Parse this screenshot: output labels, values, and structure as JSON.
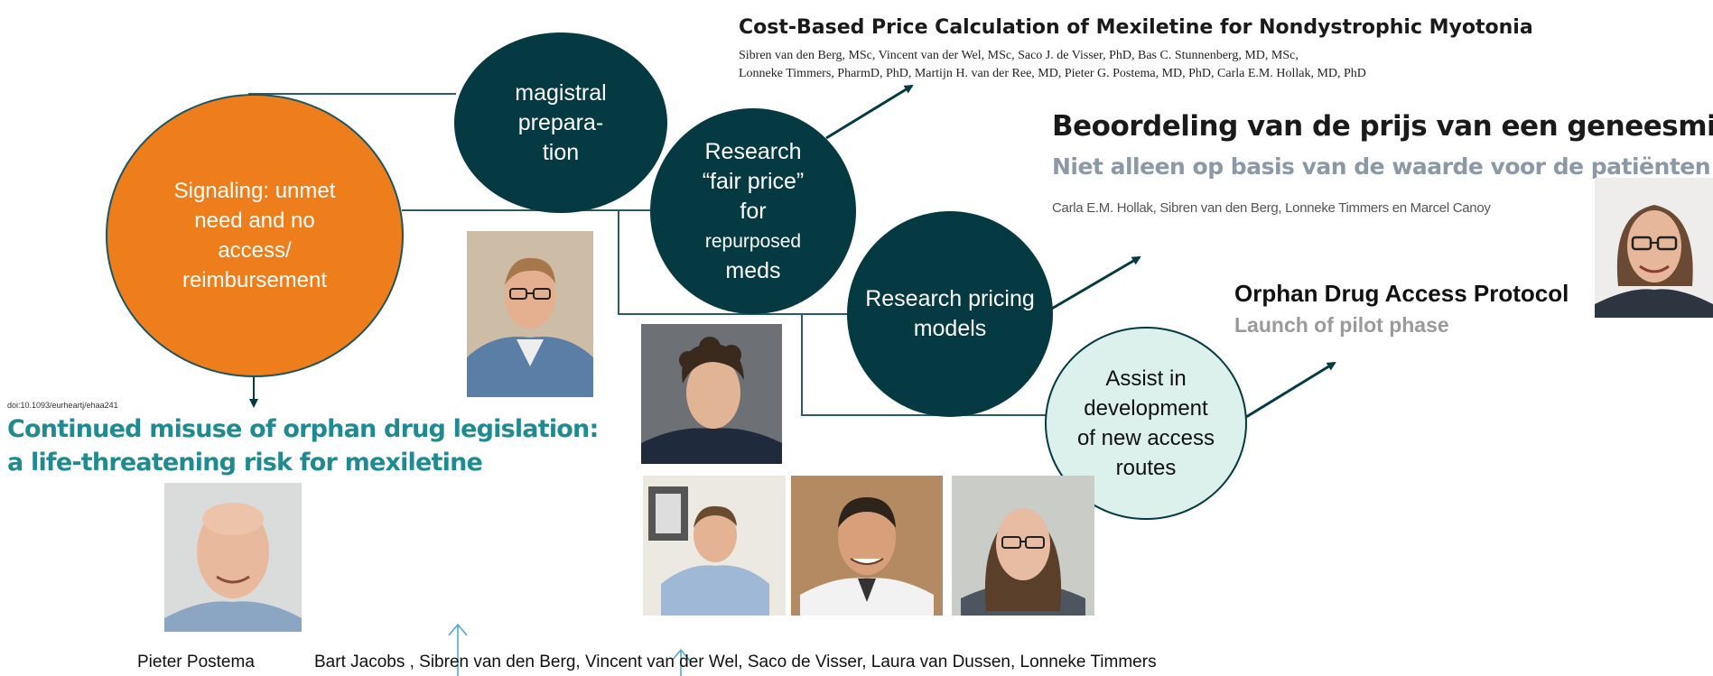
{
  "nodes": {
    "magistral": "magistral prepara- tion",
    "magistral_lines": [
      "magistral",
      "prepara-",
      "tion"
    ],
    "signaling_lines": [
      "Signaling: unmet",
      "need and no",
      "access/",
      "reimbursement"
    ],
    "fair_price_lines": [
      "Research",
      "“fair price”",
      "for",
      "repurposed",
      "meds"
    ],
    "pricing_lines": [
      "Research pricing",
      "models"
    ],
    "access_lines": [
      "Assist in",
      "development",
      "of new access",
      "routes"
    ]
  },
  "papers": {
    "cost_based": {
      "title": "Cost-Based Price Calculation of Mexiletine for Nondystrophic Myotonia",
      "authors_line1": "Sibren van den Berg, MSc, Vincent van der Wel, MSc, Saco J. de Visser, PhD, Bas C. Stunnenberg, MD, MSc,",
      "authors_line2": "Lonneke Timmers, PharmD, PhD, Martijn H. van der Ree, MD, Pieter G. Postema, MD, PhD, Carla E.M. Hollak, MD, PhD"
    },
    "beoordeling": {
      "title": "Beoordeling van de prijs van een geneesmiddel",
      "subtitle": "Niet alleen op basis van de waarde voor de patiënten",
      "authors": "Carla E.M. Hollak, Sibren van den Berg, Lonneke Timmers en Marcel Canoy"
    },
    "orphan_protocol": {
      "title": "Orphan Drug Access Protocol",
      "subtitle": "Launch of pilot phase"
    },
    "misuse": {
      "doi": "doi:10.1093/eurheartj/ehaa241",
      "title_line1": "Continued misuse of orphan drug legislation:",
      "title_line2": "a life-threatening risk for mexiletine"
    }
  },
  "people": {
    "postema_name": "Pieter Postema",
    "team_names": "Bart Jacobs  , Sibren van den Berg, Vincent van der Wel, Saco de Visser, Laura van Dussen, Lonneke Timmers"
  },
  "colors": {
    "dark_teal": "#063a43",
    "orange": "#ee7d1b",
    "mint": "#dcf1ec",
    "paper_teal": "#1f8a92",
    "arrow_blue": "#4aa6c8"
  }
}
